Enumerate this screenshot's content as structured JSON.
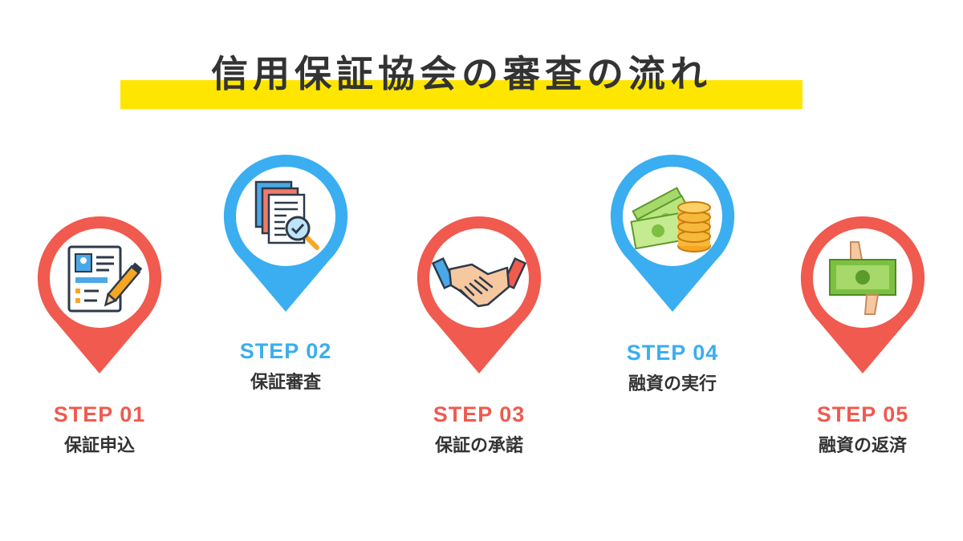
{
  "title": "信用保証協会の審査の流れ",
  "colors": {
    "highlight": "#ffe600",
    "red": "#f05a4f",
    "blue": "#3aaef0",
    "text": "#333333"
  },
  "steps": [
    {
      "label": "STEP 01",
      "text": "保証申込",
      "color": "red",
      "icon": "application-form-pen-icon"
    },
    {
      "label": "STEP 02",
      "text": "保証審査",
      "color": "blue",
      "icon": "documents-magnifier-icon"
    },
    {
      "label": "STEP 03",
      "text": "保証の承諾",
      "color": "red",
      "icon": "handshake-icon"
    },
    {
      "label": "STEP 04",
      "text": "融資の実行",
      "color": "blue",
      "icon": "money-coins-icon"
    },
    {
      "label": "STEP 05",
      "text": "融資の返済",
      "color": "red",
      "icon": "hand-banknote-icon"
    }
  ]
}
